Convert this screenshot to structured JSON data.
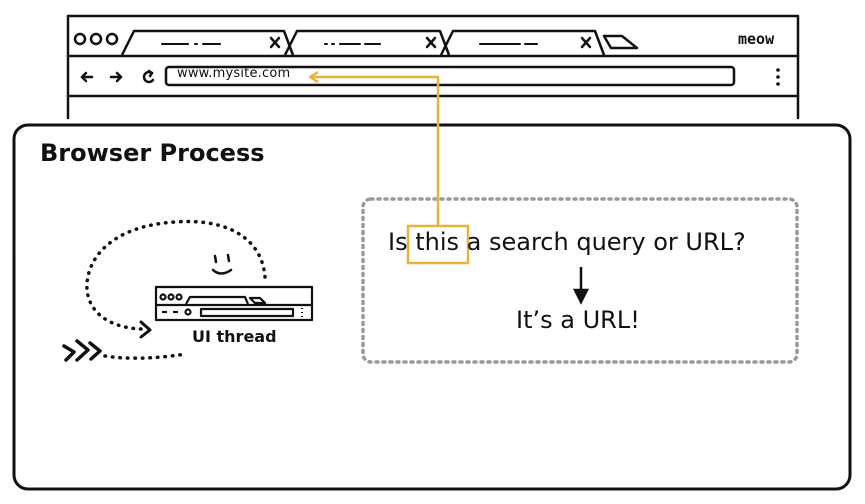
{
  "browser": {
    "window_buttons": [
      "o",
      "o",
      "o"
    ],
    "tabs": [
      {
        "title": "—·—··",
        "close": "×"
      },
      {
        "title": "··——",
        "close": "×"
      },
      {
        "title": "——–",
        "close": "×"
      }
    ],
    "brand": "meow",
    "nav": {
      "back": "←",
      "forward": "→",
      "reload": "↻"
    },
    "address_bar": {
      "value": "www.mysite.com"
    },
    "menu": "⋮"
  },
  "process_box": {
    "title": "Browser Process",
    "thread_label": "UI thread",
    "question": {
      "before": "Is ",
      "highlight": "this",
      "after": " a search query or URL?"
    },
    "answer": "It’s a URL!"
  },
  "colors": {
    "highlight": "#e8b33a",
    "outline": "#111111",
    "dotted_box": "#999999"
  }
}
